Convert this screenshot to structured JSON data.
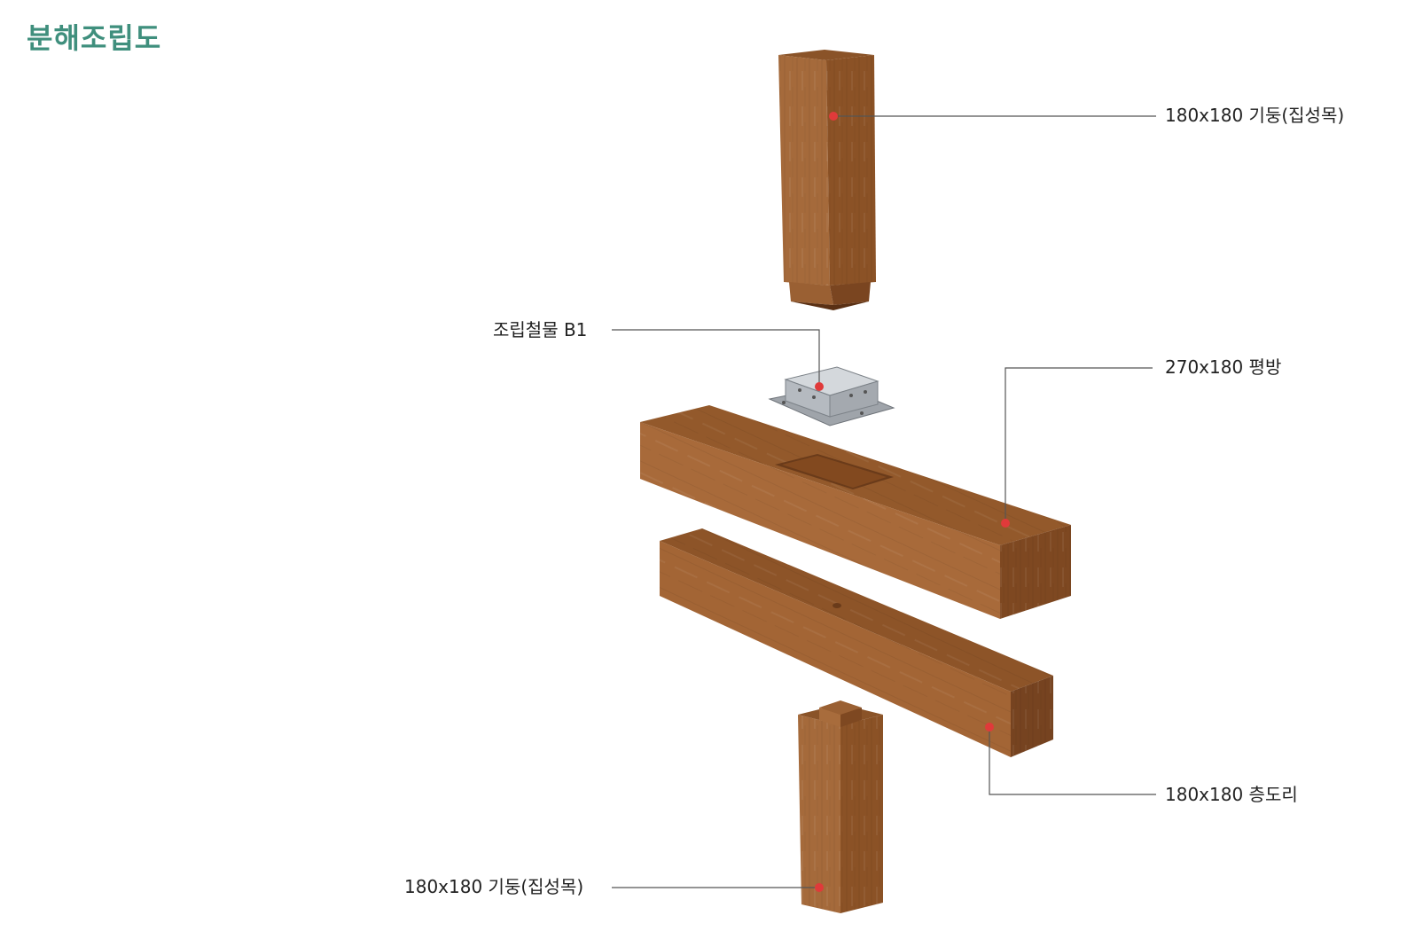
{
  "title": "분해조립도",
  "callouts": {
    "upper_post": "180x180 기둥(집성목)",
    "bracket": "조립철물 B1",
    "beam": "270x180 평방",
    "girder": "180x180 층도리",
    "lower_post": "180x180 기둥(집성목)"
  },
  "colors": {
    "title": "#3f8f7d",
    "wood_light": "#a86a3a",
    "wood_mid": "#8e5529",
    "wood_dark": "#6f3f1c",
    "steel": "#b9bec4",
    "marker": "#e03a3a"
  }
}
